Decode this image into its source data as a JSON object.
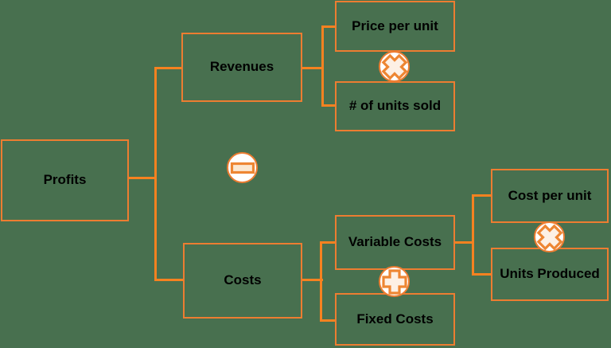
{
  "diagram": {
    "nodes": {
      "profits": {
        "label": "Profits"
      },
      "revenues": {
        "label": "Revenues"
      },
      "price_per_unit": {
        "label": "Price per unit"
      },
      "units_sold": {
        "label": "# of units sold"
      },
      "costs": {
        "label": "Costs"
      },
      "variable_costs": {
        "label": "Variable Costs"
      },
      "fixed_costs": {
        "label": "Fixed Costs"
      },
      "cost_per_unit": {
        "label": "Cost per unit"
      },
      "units_produced": {
        "label": "Units Produced"
      }
    },
    "operators": [
      {
        "id": "multiply-revenues",
        "symbol": "×",
        "meaning": "multiply"
      },
      {
        "id": "minus-profits",
        "symbol": "−",
        "meaning": "subtract"
      },
      {
        "id": "plus-costs",
        "symbol": "+",
        "meaning": "add"
      },
      {
        "id": "multiply-variable",
        "symbol": "×",
        "meaning": "multiply"
      }
    ],
    "relations": [
      {
        "parent": "Profits",
        "operator": "subtract",
        "children": [
          "Revenues",
          "Costs"
        ]
      },
      {
        "parent": "Revenues",
        "operator": "multiply",
        "children": [
          "Price per unit",
          "# of units sold"
        ]
      },
      {
        "parent": "Costs",
        "operator": "add",
        "children": [
          "Variable Costs",
          "Fixed Costs"
        ]
      },
      {
        "parent": "Variable Costs",
        "operator": "multiply",
        "children": [
          "Cost per unit",
          "Units Produced"
        ]
      }
    ],
    "colors": {
      "background_green": "#48704F",
      "box_border_orange": "#ED7D31",
      "connector_orange": "#F68220",
      "operator_fill": "#FFFFFF",
      "text": "#000000"
    }
  }
}
